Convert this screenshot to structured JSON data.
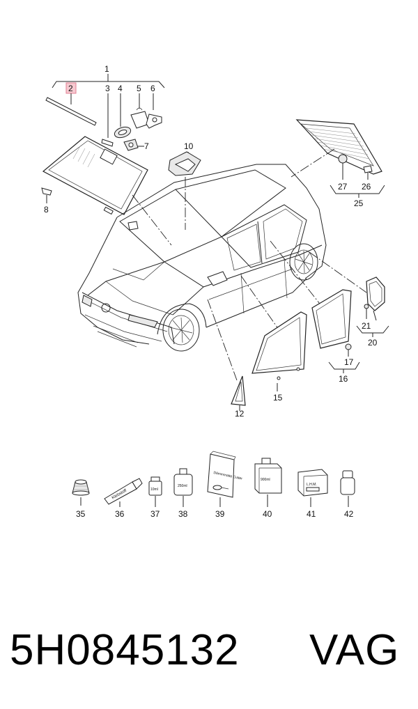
{
  "callouts": {
    "c1": "1",
    "c2": "2",
    "c3": "3",
    "c4": "4",
    "c5": "5",
    "c6": "6",
    "c7": "7",
    "c8": "8",
    "c10": "10",
    "c12": "12",
    "c15": "15",
    "c16": "16",
    "c17": "17",
    "c20": "20",
    "c21": "21",
    "c25": "25",
    "c26": "26",
    "c27": "27",
    "c35": "35",
    "c36": "36",
    "c37": "37",
    "c38": "38",
    "c39": "39",
    "c40": "40",
    "c41": "41",
    "c42": "42"
  },
  "product_labels": {
    "tube": "Klebstoff",
    "bottle37": "10ml",
    "can38": "250ml",
    "bag39": "Dämmmatte Cutter",
    "bottle40": "900ml",
    "box41": "L.H.M."
  },
  "highlighted_item": "2",
  "footer": {
    "part_number": "5H0845132",
    "brand": "VAG"
  },
  "colors": {
    "highlight_fill": "#f6c9d0",
    "highlight_border": "#e37f93",
    "line": "#222222"
  }
}
